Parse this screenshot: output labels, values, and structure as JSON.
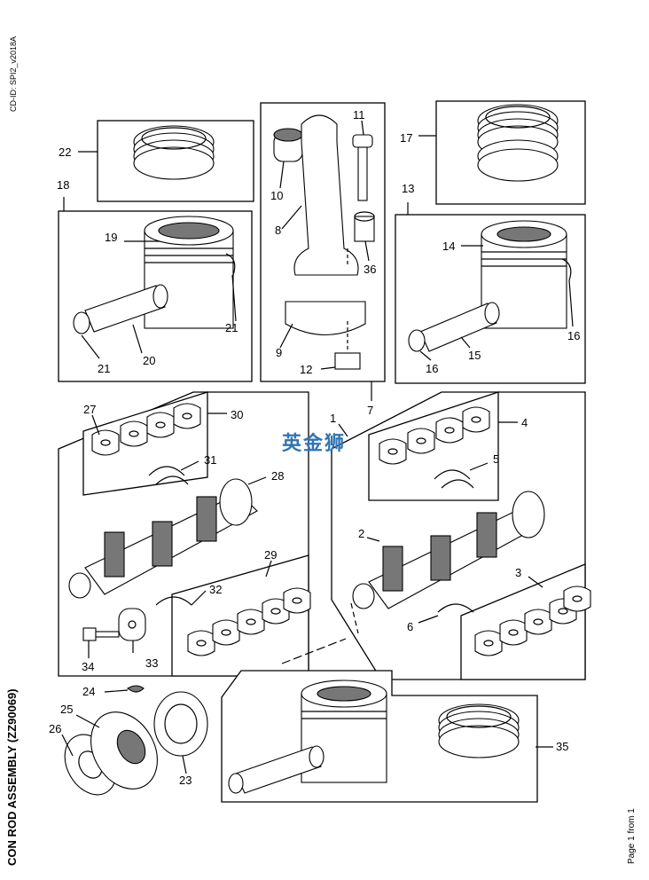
{
  "document": {
    "title": "CON ROD ASSEMBLY (ZZ90069)",
    "doc_id": "CD-ID: SPI2_v2018A",
    "page": "Page 1 from 1",
    "watermark": "英金狮"
  },
  "callouts": {
    "c1": "1",
    "c2": "2",
    "c3": "3",
    "c4": "4",
    "c5": "5",
    "c6": "6",
    "c7": "7",
    "c8": "8",
    "c9": "9",
    "c10": "10",
    "c11": "11",
    "c12": "12",
    "c13": "13",
    "c14": "14",
    "c15": "15",
    "c16a": "16",
    "c16b": "16",
    "c17": "17",
    "c18": "18",
    "c19": "19",
    "c20": "20",
    "c21a": "21",
    "c21b": "21",
    "c22": "22",
    "c23": "23",
    "c24": "24",
    "c25": "25",
    "c26": "26",
    "c27": "27",
    "c28": "28",
    "c29": "29",
    "c30": "30",
    "c31": "31",
    "c32": "32",
    "c33": "33",
    "c34": "34",
    "c35": "35",
    "c36": "36"
  }
}
